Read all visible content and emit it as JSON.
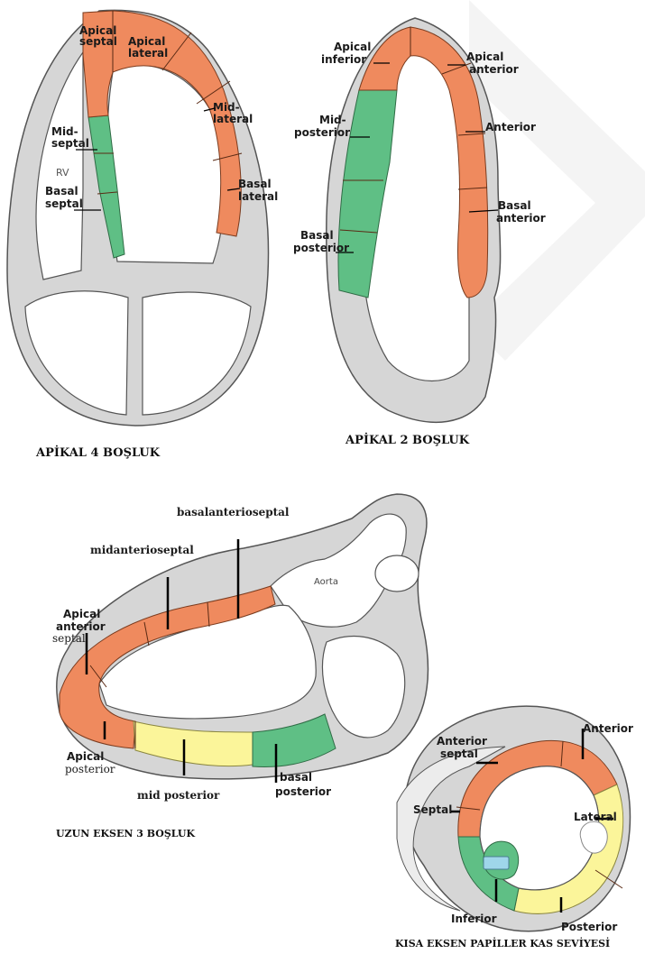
{
  "apical4": {
    "caption": "APİKAL 4 BOŞLUK",
    "labels": {
      "apical_septal_1": "Apical",
      "apical_septal_2": "septal",
      "apical_lateral_1": "Apical",
      "apical_lateral_2": "lateral",
      "mid_lateral_1": "Mid-",
      "mid_lateral_2": "lateral",
      "mid_septal_1": "Mid-",
      "mid_septal_2": "septal",
      "rv": "RV",
      "basal_septal_1": "Basal",
      "basal_septal_2": "septal",
      "basal_lateral_1": "Basal",
      "basal_lateral_2": "lateral"
    }
  },
  "apical2": {
    "caption": "APİKAL 2 BOŞLUK",
    "labels": {
      "apical_inferior_1": "Apical",
      "apical_inferior_2": "inferior",
      "apical_anterior_1": "Apical",
      "apical_anterior_2": "anterior",
      "mid_posterior_1": "Mid-",
      "mid_posterior_2": "posterior",
      "anterior": "Anterior",
      "basal_anterior_1": "Basal",
      "basal_anterior_2": "anterior",
      "basal_posterior_1": "Basal",
      "basal_posterior_2": "posterior"
    }
  },
  "long_axis": {
    "caption": "UZUN EKSEN 3 BOŞLUK",
    "labels": {
      "basalanterioseptal": "basalanterioseptal",
      "midanterioseptal": "midanterioseptal",
      "apical_anterior_septal_1": "Apical",
      "apical_anterior_septal_2": "anterior",
      "apical_anterior_septal_3": "septal",
      "aorta": "Aorta",
      "apical_posterior_1": "Apical",
      "apical_posterior_2": "posterior",
      "mid_posterior": "mid posterior",
      "basal_posterior_1": "basal",
      "basal_posterior_2": "posterior"
    }
  },
  "short_axis": {
    "caption": "KISA EKSEN PAPİLLER KAS SEVİYESİ",
    "labels": {
      "anterior": "Anterior",
      "anterior_septal_1": "Anterior",
      "anterior_septal_2": "septal",
      "septal": "Septal",
      "lateral": "Lateral",
      "inferior": "Inferior",
      "posterior": "Posterior"
    }
  },
  "colors": {
    "orange_segment": "#ef8a5e",
    "green_segment": "#5fbf85",
    "yellow_segment": "#fbf59a",
    "blue_papillary": "#9fd6ea",
    "wall_gray": "#d6d6d6"
  }
}
